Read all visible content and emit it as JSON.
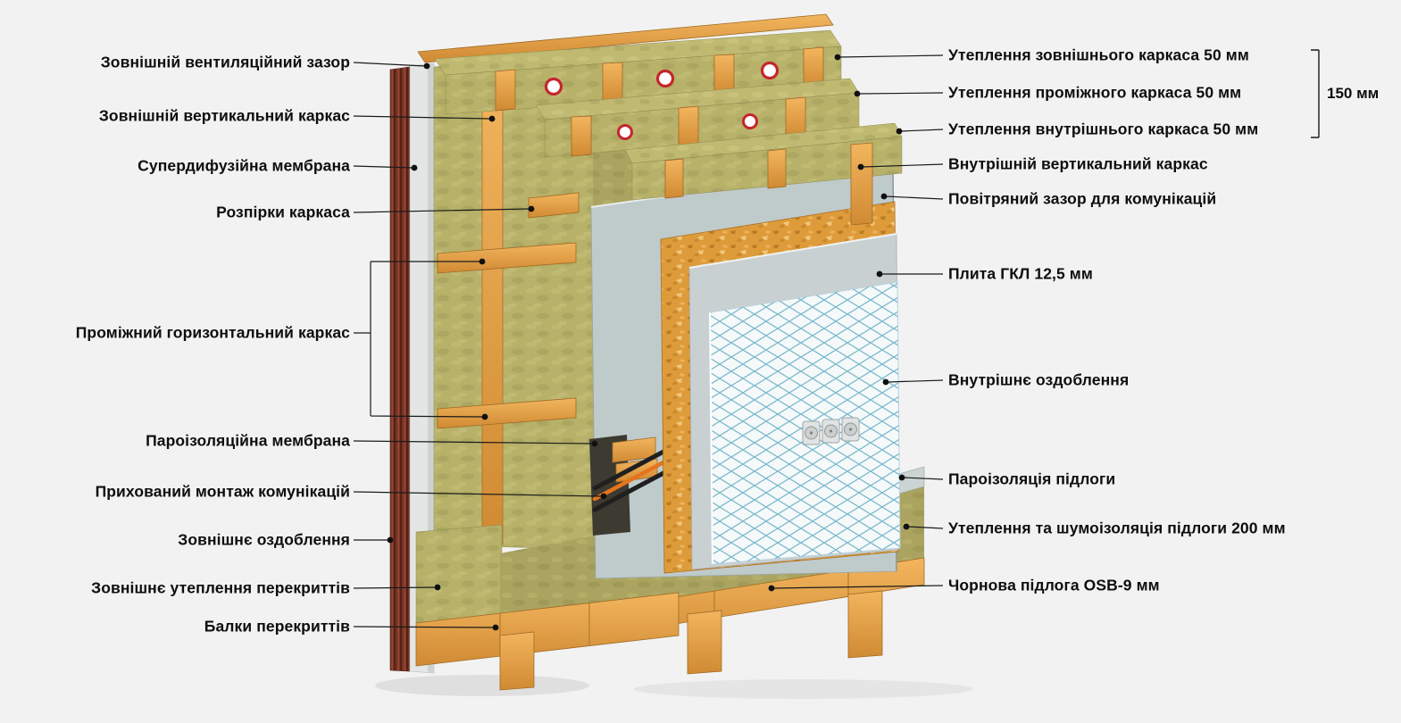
{
  "colors": {
    "background": "#f2f2f2",
    "text": "#0e0e0e",
    "leader_line": "#1b1b1b",
    "wood": "#e8a74c",
    "insulation": "#b7b169",
    "cladding": "#7d3426",
    "membrane": "#e3e6e5",
    "panel_gray": "#bfcacb",
    "osb": "#dd9b3a",
    "net_blue": "#78b8cc",
    "brand_red": "#c4262c"
  },
  "labels_left": [
    {
      "text": "Зовнішній вентиляційний зазор"
    },
    {
      "text": "Зовнішній вертикальний каркас"
    },
    {
      "text": "Супердифузійна мембрана"
    },
    {
      "text": "Розпірки каркаса"
    },
    {
      "text": "Проміжний горизонтальний каркас"
    },
    {
      "text": "Пароізоляційна мембрана"
    },
    {
      "text": "Прихований монтаж комунікацій"
    },
    {
      "text": "Зовнішнє оздоблення"
    },
    {
      "text": "Зовнішнє утеплення перекриттів"
    },
    {
      "text": "Балки перекриттів"
    }
  ],
  "labels_right": [
    {
      "text": "Утеплення зовнішнього каркаса 50 мм"
    },
    {
      "text": "Утеплення проміжного каркаса 50 мм"
    },
    {
      "text": "Утеплення внутрішнього каркаса 50 мм"
    },
    {
      "text": "Внутрішній вертикальний каркас"
    },
    {
      "text": "Повітряний зазор для комунікацій"
    },
    {
      "text": "Плита ГКЛ 12,5 мм"
    },
    {
      "text": "Внутрішнє оздоблення"
    },
    {
      "text": "Пароізоляція підлоги"
    },
    {
      "text": "Утеплення та шумоізоляція підлоги 200 мм"
    },
    {
      "text": "Чорнова підлога OSB-9 мм"
    }
  ],
  "dimension": {
    "text": "150 мм"
  }
}
